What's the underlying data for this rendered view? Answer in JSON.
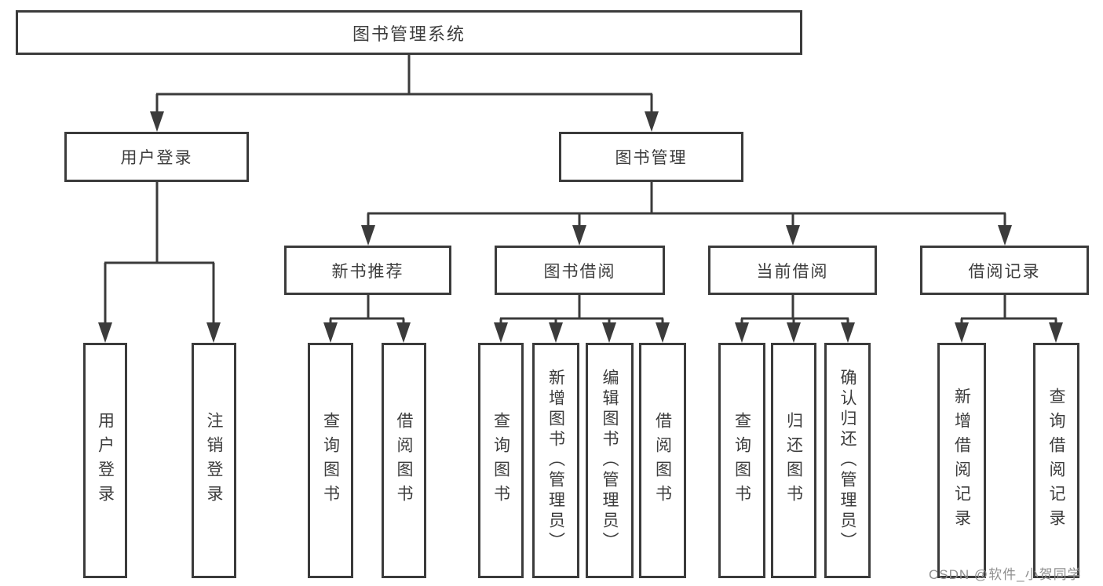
{
  "diagram_title": "图书管理系统",
  "tree": {
    "label": "图书管理系统",
    "children": [
      {
        "label": "用户登录",
        "children": [
          {
            "label": "用户登录"
          },
          {
            "label": "注销登录"
          }
        ]
      },
      {
        "label": "图书管理",
        "children": [
          {
            "label": "新书推荐",
            "children": [
              {
                "label": "查询图书"
              },
              {
                "label": "借阅图书"
              }
            ]
          },
          {
            "label": "图书借阅",
            "children": [
              {
                "label": "查询图书"
              },
              {
                "label": "新增图书（管理员）"
              },
              {
                "label": "编辑图书（管理员）"
              },
              {
                "label": "借阅图书"
              }
            ]
          },
          {
            "label": "当前借阅",
            "children": [
              {
                "label": "查询图书"
              },
              {
                "label": "归还图书"
              },
              {
                "label": "确认归还（管理员）"
              }
            ]
          },
          {
            "label": "借阅记录",
            "children": [
              {
                "label": "新增借阅记录"
              },
              {
                "label": "查询借阅记录"
              }
            ]
          }
        ]
      }
    ]
  },
  "watermark": "CSDN @软件_小贺同学",
  "colors": {
    "line": "#3b3b3b",
    "text": "#3d3d3d",
    "watermark": "#8f8f8f",
    "background": "#ffffff"
  }
}
